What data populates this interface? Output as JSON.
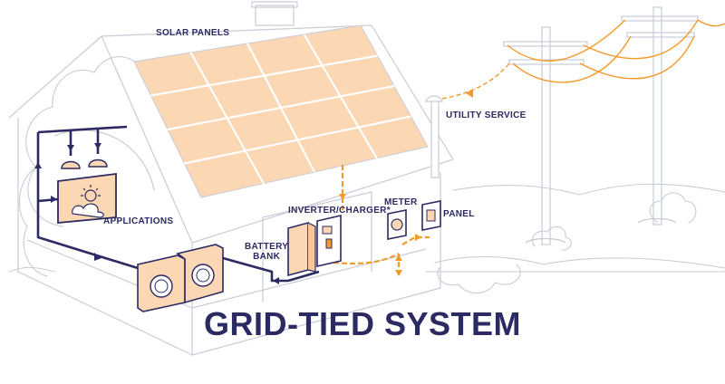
{
  "title": "GRID-TIED SYSTEM",
  "labels": {
    "solar_panels": "SOLAR PANELS",
    "utility_service": "UTILITY SERVICE",
    "applications": "APPLICATIONS",
    "inverter_charger": "INVERTER/CHARGER*",
    "meter": "METER",
    "panel": "PANEL",
    "battery_line1": "BATTERY",
    "battery_line2": "BANK"
  },
  "colors": {
    "outline": "#2b2a63",
    "sketch": "#c9cbd8",
    "accent": "#f39a2b",
    "fill": "#fcd7b4"
  }
}
